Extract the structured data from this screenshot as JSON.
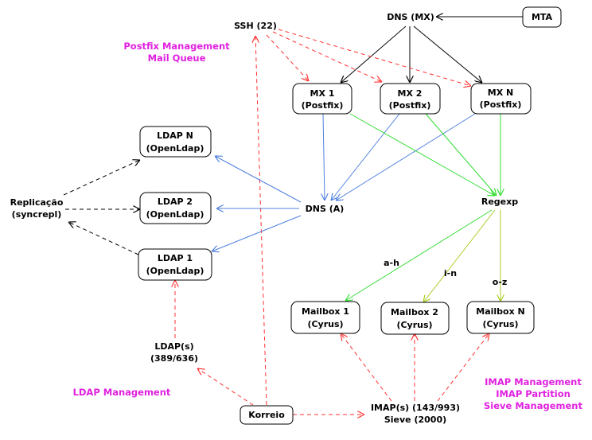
{
  "nodes": {
    "mta": [
      "MTA"
    ],
    "dns_mx": [
      "DNS (MX)"
    ],
    "ssh": [
      "SSH (22)"
    ],
    "mx1": [
      "MX 1",
      "(Postfix)"
    ],
    "mx2": [
      "MX 2",
      "(Postfix)"
    ],
    "mxn": [
      "MX N",
      "(Postfix)"
    ],
    "ldapn": [
      "LDAP N",
      "(OpenLdap)"
    ],
    "ldap2": [
      "LDAP 2",
      "(OpenLdap)"
    ],
    "ldap1": [
      "LDAP 1",
      "(OpenLdap)"
    ],
    "replicacao": [
      "Replicação",
      "(syncrepl)"
    ],
    "dns_a": [
      "DNS (A)"
    ],
    "regexp": [
      "Regexp"
    ],
    "mailbox1": [
      "Mailbox 1",
      "(Cyrus)"
    ],
    "mailbox2": [
      "Mailbox 2",
      "(Cyrus)"
    ],
    "mailboxn": [
      "Mailbox N",
      "(Cyrus)"
    ],
    "ldaps": [
      "LDAP(s)",
      "(389/636)"
    ],
    "korreio": [
      "Korreio"
    ],
    "imaps": [
      "IMAP(s) (143/993)",
      "Sieve (2000)"
    ]
  },
  "edge_labels": {
    "a_h": "a-h",
    "i_n": "i-n",
    "o_z": "o-z"
  },
  "notes": {
    "postfix": [
      "Postfix Management",
      "Mail Queue"
    ],
    "ldap": [
      "LDAP Management"
    ],
    "imap": [
      "IMAP Management",
      "IMAP Partition",
      "Sieve Management"
    ]
  },
  "colors": {
    "black_edge": "#000000",
    "management_edge": "#ff3030",
    "ldap_lookup_edge": "#5080e0",
    "delivery_edge": "#33dd33",
    "routing_edge_yellowgreen": "#aacc22",
    "note_text": "#e020e0"
  }
}
